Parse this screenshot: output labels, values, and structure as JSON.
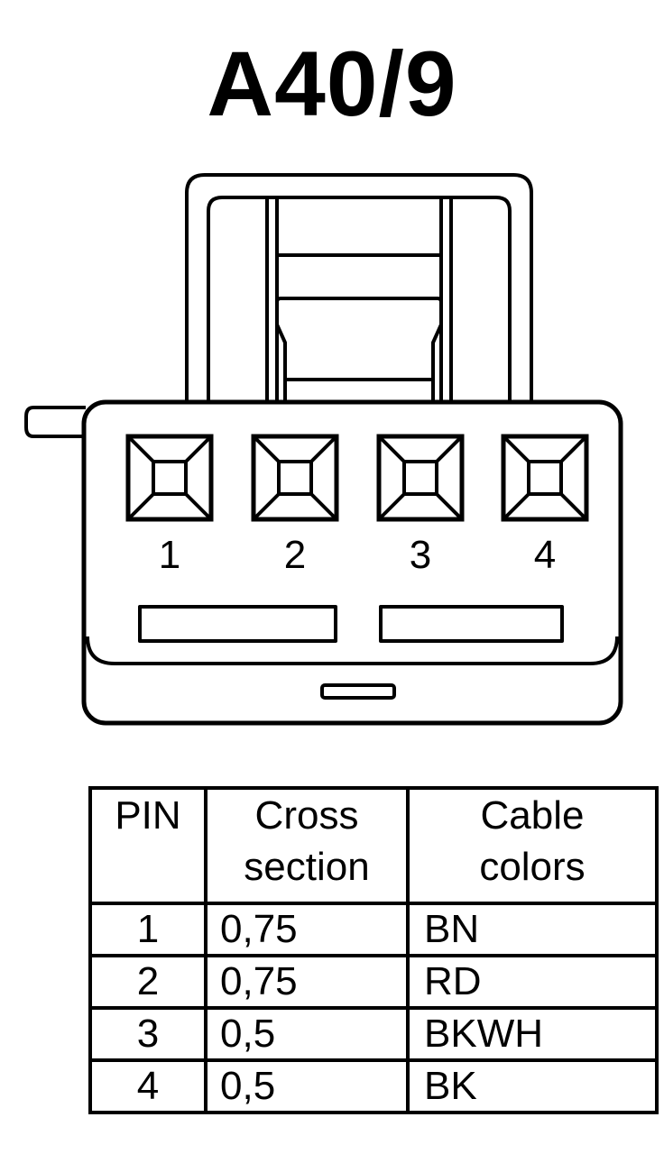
{
  "title": "A40/9",
  "connector": {
    "pins": [
      "1",
      "2",
      "3",
      "4"
    ]
  },
  "table": {
    "headers": {
      "pin": [
        "PIN"
      ],
      "cross_section": [
        "Cross",
        "section"
      ],
      "cable_colors": [
        "Cable",
        "colors"
      ]
    },
    "rows": [
      {
        "pin": "1",
        "cross_section": "0,75",
        "color": "BN"
      },
      {
        "pin": "2",
        "cross_section": "0,75",
        "color": "RD"
      },
      {
        "pin": "3",
        "cross_section": "0,5",
        "color": "BKWH"
      },
      {
        "pin": "4",
        "cross_section": "0,5",
        "color": "BK"
      }
    ]
  }
}
